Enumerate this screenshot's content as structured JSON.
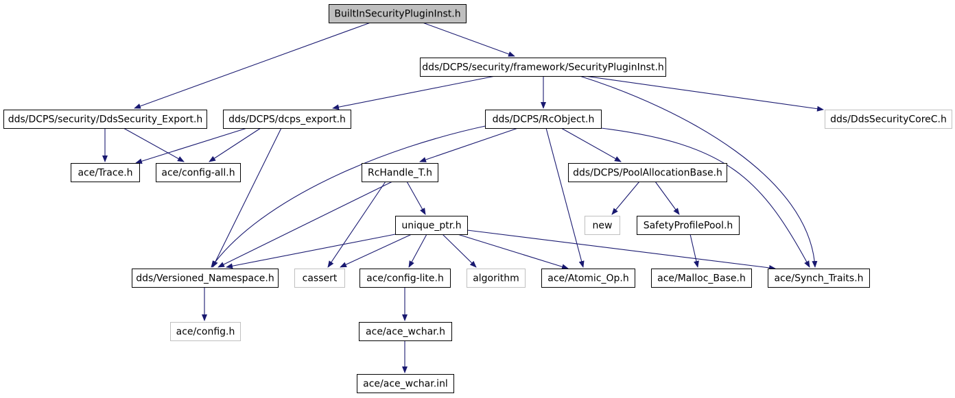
{
  "colors": {
    "edge": "#191970",
    "node_border": "#000000",
    "node_border_external": "#bfbfbf",
    "root_fill": "#bfbfbf",
    "node_fill": "#ffffff",
    "text": "#000000",
    "text_external": "#000000"
  },
  "graph": {
    "nodes": [
      {
        "id": "root",
        "label": "BuiltInSecurityPluginInst.h",
        "kind": "root"
      },
      {
        "id": "spi",
        "label": "dds/DCPS/security/framework/SecurityPluginInst.h",
        "kind": "normal"
      },
      {
        "id": "dse",
        "label": "dds/DCPS/security/DdsSecurity_Export.h",
        "kind": "normal"
      },
      {
        "id": "dcps_export",
        "label": "dds/DCPS/dcps_export.h",
        "kind": "normal"
      },
      {
        "id": "rcobject",
        "label": "dds/DCPS/RcObject.h",
        "kind": "normal"
      },
      {
        "id": "dscc",
        "label": "dds/DdsSecurityCoreC.h",
        "kind": "external"
      },
      {
        "id": "trace",
        "label": "ace/Trace.h",
        "kind": "normal"
      },
      {
        "id": "config_all",
        "label": "ace/config-all.h",
        "kind": "normal"
      },
      {
        "id": "rchandle",
        "label": "RcHandle_T.h",
        "kind": "normal"
      },
      {
        "id": "pool",
        "label": "dds/DCPS/PoolAllocationBase.h",
        "kind": "normal"
      },
      {
        "id": "new",
        "label": "new",
        "kind": "external"
      },
      {
        "id": "safety",
        "label": "SafetyProfilePool.h",
        "kind": "normal"
      },
      {
        "id": "unique_ptr",
        "label": "unique_ptr.h",
        "kind": "normal"
      },
      {
        "id": "versioned",
        "label": "dds/Versioned_Namespace.h",
        "kind": "normal"
      },
      {
        "id": "cassert",
        "label": "cassert",
        "kind": "external"
      },
      {
        "id": "config_lite",
        "label": "ace/config-lite.h",
        "kind": "normal"
      },
      {
        "id": "algorithm",
        "label": "algorithm",
        "kind": "external"
      },
      {
        "id": "atomic",
        "label": "ace/Atomic_Op.h",
        "kind": "normal"
      },
      {
        "id": "malloc",
        "label": "ace/Malloc_Base.h",
        "kind": "normal"
      },
      {
        "id": "synch",
        "label": "ace/Synch_Traits.h",
        "kind": "normal"
      },
      {
        "id": "config",
        "label": "ace/config.h",
        "kind": "external"
      },
      {
        "id": "wchar_h",
        "label": "ace/ace_wchar.h",
        "kind": "normal"
      },
      {
        "id": "wchar_inl",
        "label": "ace/ace_wchar.inl",
        "kind": "normal"
      }
    ],
    "edges": [
      {
        "from": "root",
        "to": "dse"
      },
      {
        "from": "root",
        "to": "spi"
      },
      {
        "from": "spi",
        "to": "dcps_export"
      },
      {
        "from": "spi",
        "to": "rcobject"
      },
      {
        "from": "spi",
        "to": "dscc"
      },
      {
        "from": "spi",
        "to": "synch"
      },
      {
        "from": "dse",
        "to": "trace"
      },
      {
        "from": "dse",
        "to": "config_all"
      },
      {
        "from": "dcps_export",
        "to": "trace"
      },
      {
        "from": "dcps_export",
        "to": "config_all"
      },
      {
        "from": "dcps_export",
        "to": "versioned"
      },
      {
        "from": "rcobject",
        "to": "versioned"
      },
      {
        "from": "rcobject",
        "to": "rchandle"
      },
      {
        "from": "rcobject",
        "to": "atomic"
      },
      {
        "from": "rcobject",
        "to": "pool"
      },
      {
        "from": "rcobject",
        "to": "synch"
      },
      {
        "from": "rchandle",
        "to": "versioned"
      },
      {
        "from": "rchandle",
        "to": "cassert"
      },
      {
        "from": "rchandle",
        "to": "unique_ptr"
      },
      {
        "from": "unique_ptr",
        "to": "versioned"
      },
      {
        "from": "unique_ptr",
        "to": "cassert"
      },
      {
        "from": "unique_ptr",
        "to": "config_lite"
      },
      {
        "from": "unique_ptr",
        "to": "algorithm"
      },
      {
        "from": "unique_ptr",
        "to": "atomic"
      },
      {
        "from": "unique_ptr",
        "to": "synch"
      },
      {
        "from": "pool",
        "to": "new"
      },
      {
        "from": "pool",
        "to": "safety"
      },
      {
        "from": "safety",
        "to": "malloc"
      },
      {
        "from": "versioned",
        "to": "config"
      },
      {
        "from": "config_lite",
        "to": "wchar_h"
      },
      {
        "from": "wchar_h",
        "to": "wchar_inl"
      }
    ]
  }
}
